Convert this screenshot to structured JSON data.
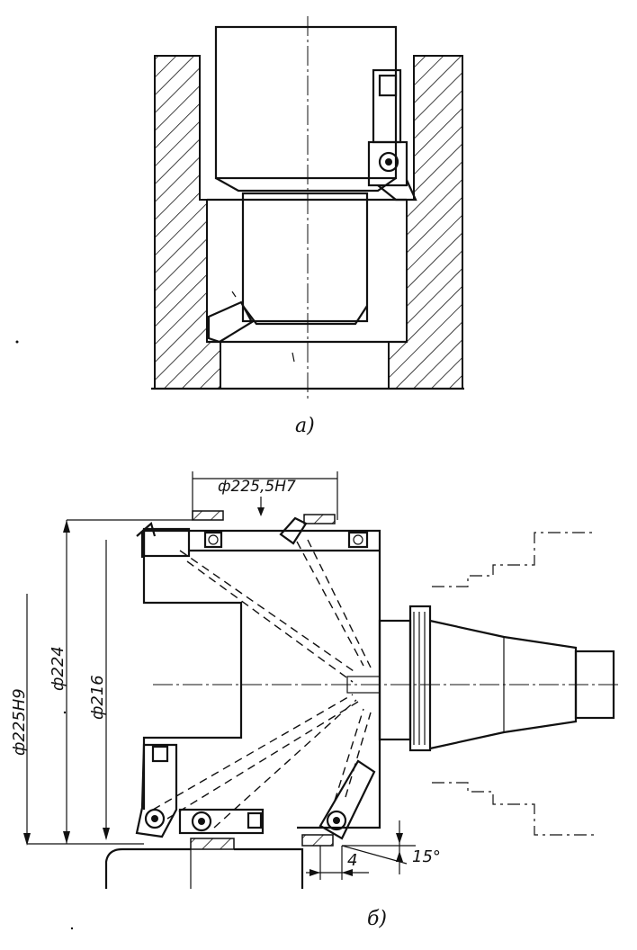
{
  "figure_a": {
    "caption": "а)"
  },
  "figure_b": {
    "caption": "б)",
    "dimensions": {
      "bore": "ф225,5Н7",
      "d225": "ф225Н9",
      "d224": "ф224",
      "d216": "ф216",
      "offset": "4",
      "angle": "15°"
    }
  },
  "colors": {
    "ink": "#111111",
    "paper": "#ffffff"
  }
}
